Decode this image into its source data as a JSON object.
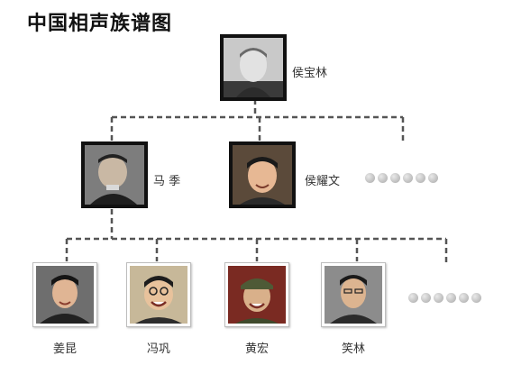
{
  "title": "中国相声族谱图",
  "root": {
    "name": "侯宝林",
    "icon": "portrait-photo"
  },
  "generation2": [
    {
      "name": "马 季",
      "icon": "portrait-photo"
    },
    {
      "name": "侯耀文",
      "icon": "portrait-photo"
    }
  ],
  "generation3": [
    {
      "name": "姜昆",
      "icon": "portrait-photo"
    },
    {
      "name": "冯巩",
      "icon": "portrait-photo"
    },
    {
      "name": "黄宏",
      "icon": "portrait-photo"
    },
    {
      "name": "笑林",
      "icon": "portrait-photo"
    }
  ],
  "more_indicator": {
    "icon": "ellipsis-dots",
    "count": 6
  },
  "colors": {
    "frame": "#111111",
    "connector": "#555555",
    "text": "#333333"
  }
}
